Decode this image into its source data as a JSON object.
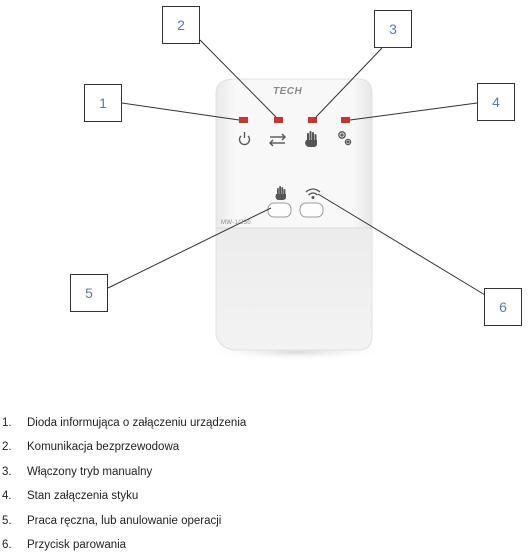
{
  "device": {
    "brand": "TECH",
    "model": "MW-1/230"
  },
  "callouts": [
    "1",
    "2",
    "3",
    "4",
    "5",
    "6"
  ],
  "legend": [
    {
      "num": "1.",
      "text": "Dioda informująca o załączeniu urządzenia"
    },
    {
      "num": "2.",
      "text": "Komunikacja bezprzewodowa"
    },
    {
      "num": "3.",
      "text": "Włączony tryb manualny"
    },
    {
      "num": "4.",
      "text": "Stan załączenia styku"
    },
    {
      "num": "5.",
      "text": "Praca ręczna, lub anulowanie operacji"
    },
    {
      "num": "6.",
      "text": "Przycisk parowania"
    }
  ],
  "colors": {
    "led": "#c9352b",
    "housing": "#f4f4f4",
    "callout_text": "#5b7ab0"
  },
  "icons": [
    "power-icon",
    "transfer-arrows-icon",
    "hand-icon",
    "gears-icon",
    "wifi-icon"
  ]
}
